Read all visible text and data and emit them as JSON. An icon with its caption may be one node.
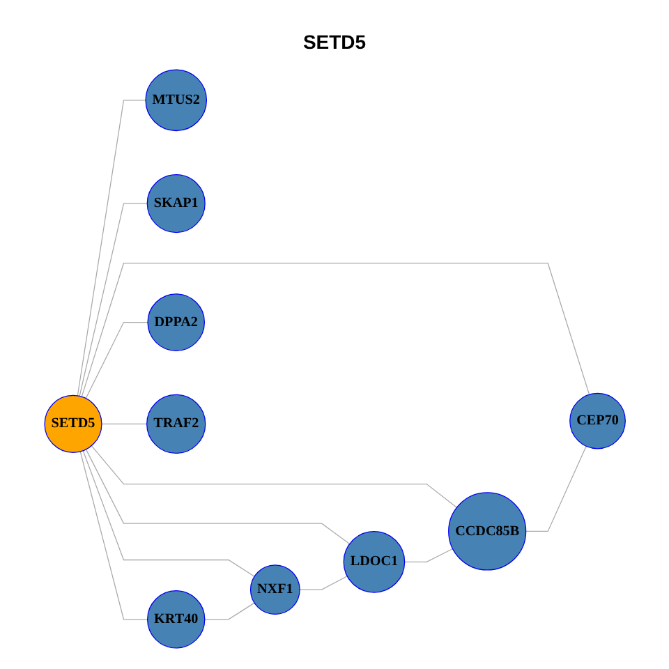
{
  "diagram": {
    "title": "SETD5",
    "nodes": [
      {
        "text": [
          "MTUS2"
        ]
      },
      {
        "text": [
          "SKAP1"
        ]
      },
      {
        "text": [
          "KRT40"
        ]
      },
      {
        "text": [
          "DPPA2"
        ]
      },
      {
        "text": [
          "NXF1"
        ]
      },
      {
        "text": [
          "SETD5"
        ]
      },
      {
        "text": [
          "LDOC1"
        ]
      },
      {
        "text": [
          "TRAF2"
        ]
      },
      {
        "text": [
          "CCDC85B"
        ]
      },
      {
        "text": [
          "CEP70"
        ]
      }
    ],
    "edges": [
      {
        "from": 5,
        "to": 0,
        "arrow": "none"
      },
      {
        "from": 5,
        "to": 1,
        "arrow": "none"
      },
      {
        "from": 5,
        "to": 2,
        "arrow": "none"
      },
      {
        "from": 5,
        "to": 3,
        "arrow": "none"
      },
      {
        "from": 5,
        "to": 4,
        "arrow": "none"
      },
      {
        "from": 5,
        "to": 6,
        "arrow": "none"
      },
      {
        "from": 5,
        "to": 7,
        "arrow": "none"
      },
      {
        "from": 5,
        "to": 8,
        "arrow": "none"
      },
      {
        "from": 5,
        "to": 9,
        "arrow": "none"
      },
      {
        "from": 2,
        "to": 4,
        "arrow": "none"
      },
      {
        "from": 4,
        "to": 6,
        "arrow": "none"
      },
      {
        "from": 6,
        "to": 8,
        "arrow": "none"
      },
      {
        "from": 8,
        "to": 9,
        "arrow": "none"
      }
    ]
  }
}
